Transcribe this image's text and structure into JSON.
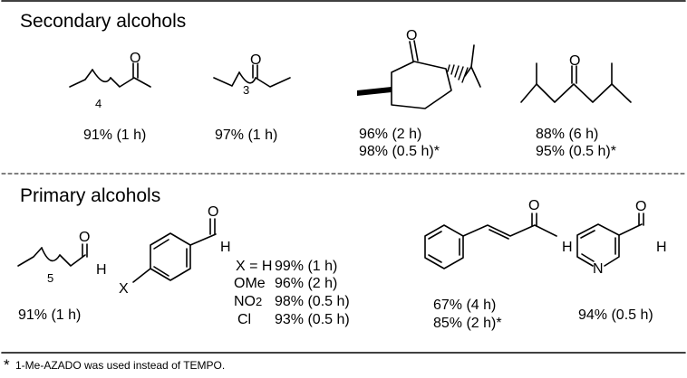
{
  "headings": {
    "secondary": "Secondary alcohols",
    "primary": "Primary alcohols"
  },
  "atoms": {
    "oxygen": "O",
    "hydrogen": "H",
    "nitrogen": "N",
    "substituent": "X"
  },
  "chain_counts": {
    "hexyl": "4",
    "butyl": "3",
    "octyl": "5"
  },
  "secondary_yields": {
    "octanone": "91% (1 h)",
    "heptanone": "97% (1 h)",
    "menthone": [
      "96% (2 h)",
      "98% (0.5 h)*"
    ],
    "diisobutylketone": [
      "88% (6 h)",
      "95% (0.5 h)*"
    ]
  },
  "primary_yields": {
    "nonanal": "91% (1 h)",
    "benzaldehydes": [
      {
        "x": "X = H",
        "yield": "99% (1 h)"
      },
      {
        "x": "OMe",
        "yield": "96% (2 h)"
      },
      {
        "x": "NO2",
        "yield": "98% (0.5 h)"
      },
      {
        "x": "Cl",
        "yield": "93% (0.5 h)"
      }
    ],
    "cinnamaldehyde": [
      "67% (4 h)",
      "85% (2 h)*"
    ],
    "nicotinaldehyde": "94% (0.5 h)"
  },
  "footnote": {
    "mark": "*",
    "text": "1-Me-AZADO was used instead of TEMPO."
  }
}
